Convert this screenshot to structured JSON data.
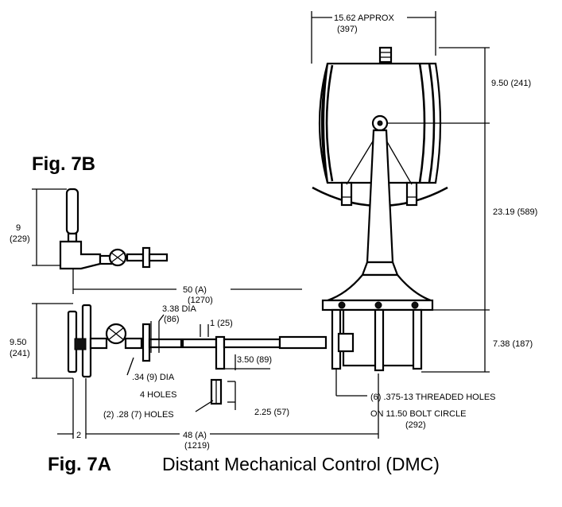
{
  "figure_7b": {
    "label": "Fig. 7B",
    "height_dim": "9",
    "height_dim_mm": "(229)",
    "length_dim": "50 (A)",
    "length_dim_mm": "(1270)"
  },
  "figure_7a": {
    "label": "Fig. 7A",
    "title": "Distant Mechanical Control (DMC)",
    "wheel_dia": "9.50",
    "wheel_dia_mm": "(241)",
    "flange_dia": "3.38 DIA",
    "flange_dia_mm": "(86)",
    "coupling_offset": "1 (25)",
    "bolt_holes_dia": ".34 (9) DIA",
    "bolt_holes_count": "4 HOLES",
    "pin_holes": "(2) .28 (7) HOLES",
    "shaft_spacing": "3.50 (89)",
    "pin_spacing": "2.25 (57)",
    "handwheel_offset": "2",
    "overall_length": "48 (A)",
    "overall_length_mm": "(1219)"
  },
  "searchlight": {
    "width": "15.62 APPROX",
    "width_mm": "(397)",
    "head_half_height": "9.50 (241)",
    "column_height": "23.19 (589)",
    "base_height": "7.38 (187)",
    "threaded_holes": "(6) .375-13 THREADED HOLES",
    "bolt_circle": "ON 11.50 BOLT CIRCLE",
    "bolt_circle_mm": "(292)"
  }
}
